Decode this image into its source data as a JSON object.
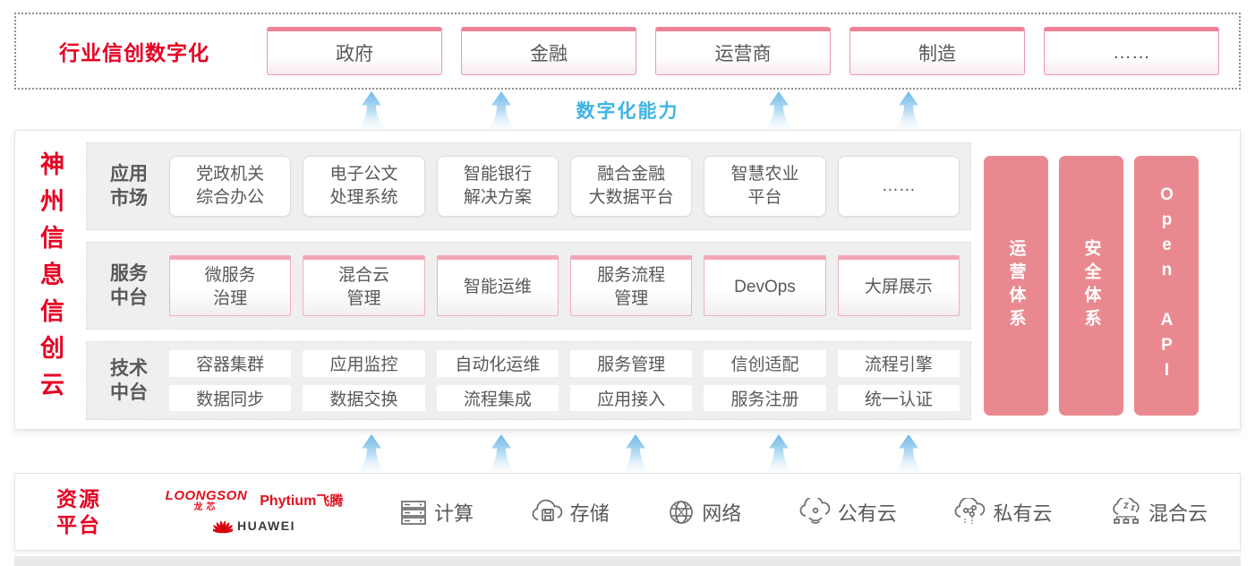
{
  "top_banner": {
    "title": "行业信创数字化",
    "industries": [
      "政府",
      "金融",
      "运营商",
      "制造",
      "……"
    ]
  },
  "capability_label": "数字化能力",
  "platform": {
    "vertical_title": "神州信息信创云",
    "app_row": {
      "label": "应用\n市场",
      "items": [
        "党政机关\n综合办公",
        "电子公文\n处理系统",
        "智能银行\n解决方案",
        "融合金融\n大数据平台",
        "智慧农业\n平台",
        "……"
      ]
    },
    "service_row": {
      "label": "服务\n中台",
      "items": [
        "微服务\n治理",
        "混合云\n管理",
        "智能运维",
        "服务流程\n管理",
        "DevOps",
        "大屏展示"
      ]
    },
    "tech_row": {
      "label": "技术\n中台",
      "items_top": [
        "容器集群",
        "应用监控",
        "自动化运维",
        "服务管理",
        "信创适配",
        "流程引擎"
      ],
      "items_bottom": [
        "数据同步",
        "数据交换",
        "流程集成",
        "应用接入",
        "服务注册",
        "统一认证"
      ]
    },
    "side_bars": [
      "运营体系",
      "安全体系",
      "Open API"
    ]
  },
  "resources": {
    "title": "资源\n平台",
    "vendors": {
      "loongson_en": "LOONGSON",
      "loongson_cn": "龙芯",
      "phytium_en": "Phytium",
      "phytium_cn": "飞腾",
      "huawei_en": "HUAWEI"
    },
    "items": [
      {
        "icon": "compute-icon",
        "label": "计算"
      },
      {
        "icon": "storage-icon",
        "label": "存储"
      },
      {
        "icon": "network-icon",
        "label": "网络"
      },
      {
        "icon": "public-cloud-icon",
        "label": "公有云"
      },
      {
        "icon": "private-cloud-icon",
        "label": "私有云"
      },
      {
        "icon": "hybrid-cloud-icon",
        "label": "混合云"
      }
    ]
  },
  "colors": {
    "brand_red": "#e60023",
    "accent_blue": "#3fb3e6",
    "bar_salmon": "#e9898f",
    "ink": "#5a5858"
  }
}
